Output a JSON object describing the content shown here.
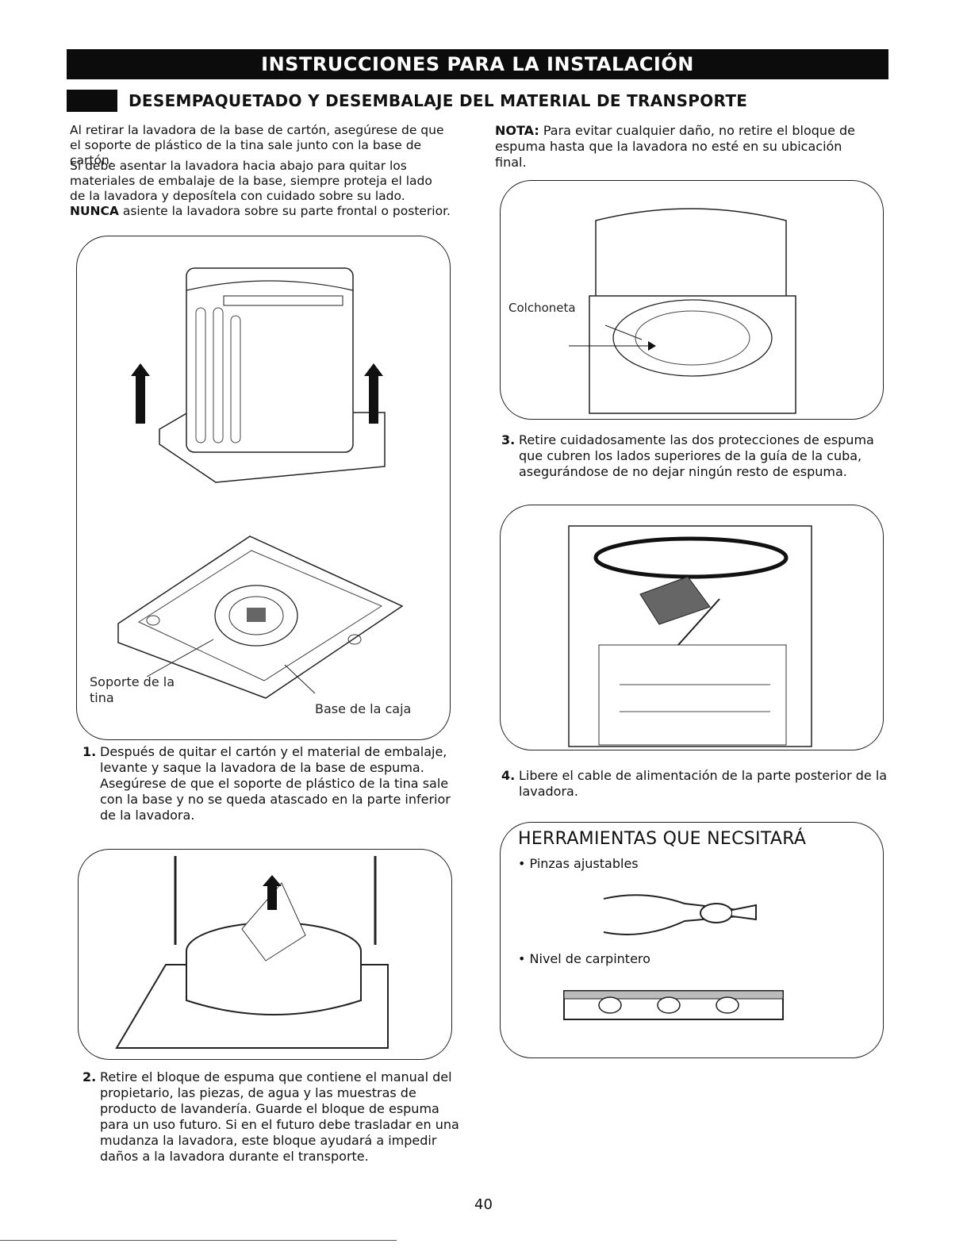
{
  "header": {
    "banner": "INSTRUCCIONES PARA LA INSTALACIÓN",
    "section_title": "DESEMPAQUETADO Y DESEMBALAJE DEL MATERIAL DE TRANSPORTE"
  },
  "left": {
    "intro1": "Al retirar la lavadora de la base de cartón, asegúrese de que el soporte de plástico de la tina sale junto con la base de cartón.",
    "intro2_a": "Si debe asentar la lavadora hacia abajo para quitar los materiales de embalaje de la base, siempre proteja el lado de la lavadora y deposítela con cuidado sobre su lado. ",
    "intro2_bold": "NUNCA",
    "intro2_b": " asiente la lavadora sobre su parte frontal o posterior.",
    "fig1_label_tub": "Soporte de la tina",
    "fig1_label_base": "Base de la caja",
    "step1_num": "1.",
    "step1": "Después de quitar el cartón y el material de embalaje, levante y saque la lavadora de la base de espuma. Asegúrese de que el soporte de plástico de la tina sale con la base y no se queda atascado en la parte inferior de la lavadora.",
    "step2_num": "2.",
    "step2": "Retire el bloque de espuma que contiene el manual del propietario, las piezas, de agua y las muestras de producto de lavandería. Guarde el bloque de espuma para un uso futuro. Si en el futuro debe trasladar en una mudanza la lavadora, este bloque ayudará a impedir daños a la lavadora durante el transporte."
  },
  "right": {
    "note_label": "NOTA:",
    "note": " Para evitar cualquier daño, no retire el bloque de espuma hasta que la lavadora no esté en su ubicación final.",
    "fig_label_pad": "Colchoneta",
    "step3_num": "3.",
    "step3": "Retire cuidadosamente las dos protecciones de espuma que cubren los lados superiores de la guía de la cuba, asegurándose de no dejar ningún resto de espuma.",
    "step4_num": "4.",
    "step4": "Libere el cable de alimentación de la parte posterior de la lavadora.",
    "tools_title": "HERRAMIENTAS QUE NECSITARÁ",
    "tool1": "• Pinzas ajustables",
    "tool2": "• Nivel de carpintero"
  },
  "footer": {
    "page_number": "40"
  }
}
